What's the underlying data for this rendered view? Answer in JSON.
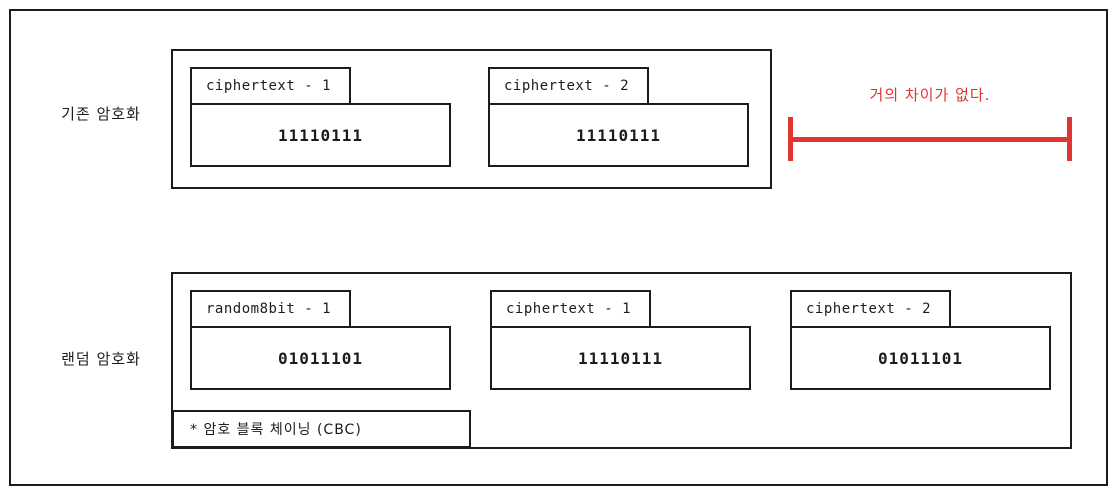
{
  "diagram": {
    "title": "encryption comparison diagram",
    "colors": {
      "stroke": "#1c1c1c",
      "background": "#ffffff",
      "accent_red": "#e03530"
    },
    "rows": [
      {
        "label": "기존 암호화",
        "blocks": [
          {
            "label": "ciphertext - 1",
            "value": "11110111"
          },
          {
            "label": "ciphertext - 2",
            "value": "11110111"
          }
        ]
      },
      {
        "label": "랜덤 암호화",
        "blocks": [
          {
            "label": "random8bit - 1",
            "value": "01011101"
          },
          {
            "label": "ciphertext - 1",
            "value": "11110111"
          },
          {
            "label": "ciphertext - 2",
            "value": "01011101"
          }
        ],
        "note": "* 암호 블록 체이닝 (CBC)"
      }
    ],
    "annotation": {
      "text": "거의 차이가 없다.",
      "color": "#e03530"
    }
  }
}
